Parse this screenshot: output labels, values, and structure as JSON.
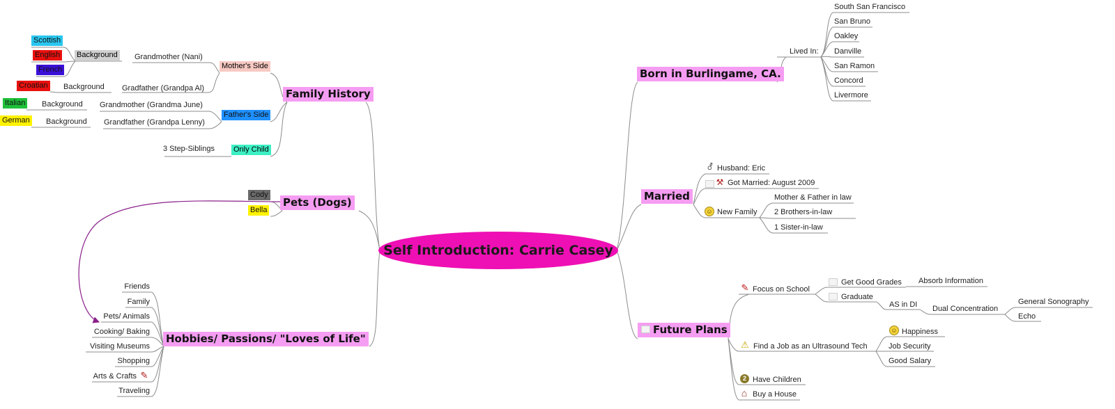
{
  "center": "Self Introduction: Carrie Casey",
  "family_history": {
    "title": "Family History",
    "mothers_side": "Mother's Side",
    "fathers_side": "Father's Side",
    "only_child": "Only Child",
    "step_siblings": "3 Step-Siblings",
    "grandmother_nani": "Grandmother (Nani)",
    "grandfather_al": "Gradfather (Grandpa Al)",
    "grandmother_june": "Grandmother (Grandma June)",
    "grandfather_lenny": "Grandfather (Grandpa Lenny)",
    "background": "Background",
    "scottish": "Scottish",
    "english": "English",
    "french": "French",
    "croatian": "Croatian",
    "italian": "Italian",
    "german": "German"
  },
  "pets": {
    "title": "Pets (Dogs)",
    "cody": "Cody",
    "bella": "Bella"
  },
  "hobbies": {
    "title": "Hobbies/ Passions/ \"Loves of Life\"",
    "items": [
      "Friends",
      "Family",
      "Pets/ Animals",
      "Cooking/ Baking",
      "Visiting Museums",
      "Shopping",
      "Arts & Crafts",
      "Traveling"
    ]
  },
  "born": {
    "title": "Born in Burlingame, CA.",
    "lived_in": "Lived In:",
    "places": [
      "South San Francisco",
      "San Bruno",
      "Oakley",
      "Danville",
      "San Ramon",
      "Concord",
      "Livermore"
    ]
  },
  "married": {
    "title": "Married",
    "husband": "Husband: Eric",
    "got_married": "Got Married: August 2009",
    "new_family": "New Family",
    "family_items": [
      "Mother & Father in law",
      "2 Brothers-in-law",
      "1 Sister-in-law"
    ]
  },
  "future": {
    "title": "Future Plans",
    "focus_school": "Focus on School",
    "good_grades": "Get Good Grades",
    "absorb": "Absorb Information",
    "graduate": "Graduate",
    "as_in_di": "AS in DI",
    "dual": "Dual Concentration",
    "general_sono": "General Sonography",
    "echo": "Echo",
    "find_job": "Find a Job as an Ultrasound Tech",
    "happiness": "Happiness",
    "job_security": "Job Security",
    "good_salary": "Good Salary",
    "have_children": "Have Children",
    "buy_house": "Buy a House"
  },
  "colors": {
    "main_topic": "#f59df2",
    "center": "#ee10b4",
    "scottish": "#29c6ef",
    "english": "#e8110f",
    "french": "#3a10d8",
    "croatian": "#e8110f",
    "italian": "#1fbf3a",
    "german": "#fff200",
    "mothers_side": "#f7c9c3",
    "fathers_side": "#1e90ff",
    "only_child": "#3cf0c4",
    "background_chip": "#d0d0d0",
    "cody": "#6a6a6a",
    "bella": "#fff200",
    "arrow": "#8a1f8a"
  },
  "icons": {
    "husband": "groom-icon",
    "got_married": "gavel-icon",
    "new_family": "smiley-icon",
    "focus_school": "pencil-icon",
    "find_job": "warning-icon",
    "happiness": "smiley-icon",
    "have_children": "number-two-icon",
    "buy_house": "house-icon",
    "arts_crafts": "pencil-icon"
  }
}
